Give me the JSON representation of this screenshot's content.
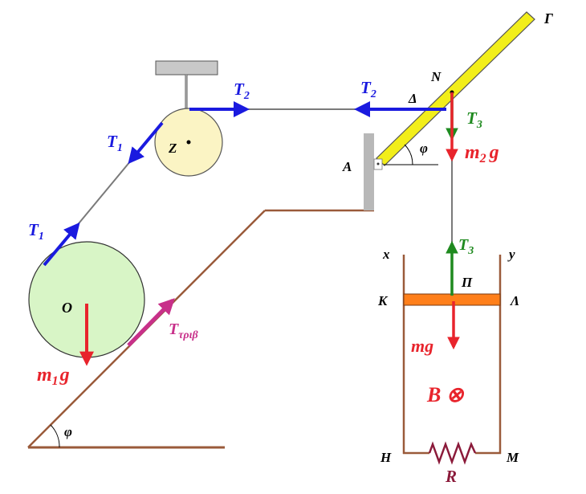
{
  "labels": {
    "gamma": "Γ",
    "n": "Ν",
    "delta": "Δ",
    "a": "Α",
    "z": "Ζ",
    "o": "Ο",
    "x": "x",
    "y": "y",
    "k": "Κ",
    "lambda": "Λ",
    "pi": "Π",
    "eta": "Η",
    "m": "Μ",
    "phi_rod": "φ",
    "phi_incline": "φ"
  },
  "forces": {
    "t2_pulley": {
      "main": "T",
      "sub": "2"
    },
    "t2_rod": {
      "main": "T",
      "sub": "2"
    },
    "t1_upper": {
      "main": "T",
      "sub": "1"
    },
    "t1_lower": {
      "main": "T",
      "sub": "1"
    },
    "t3_rod": {
      "main": "T",
      "sub": "3"
    },
    "t3_piston": {
      "main": "T",
      "sub": "3"
    },
    "m2g": {
      "main": "m",
      "sub": "2",
      "tail": "g"
    },
    "m1g": {
      "main": "m",
      "sub": "1",
      "tail": "g"
    },
    "mg": "mg",
    "friction": {
      "main": "T",
      "sub": "τριβ"
    }
  },
  "field": "B ⊗",
  "resistor": "R",
  "colors": {
    "blue": "#1a1adf",
    "red": "#e8242c",
    "green": "#1f8a1f",
    "magenta": "#c8308a",
    "brown": "#9a5a3a",
    "disk_big": "#d8f5c6",
    "disk_small": "#fbf4c4",
    "rod": "#f2ee1a",
    "piston": "#ff7f1a",
    "resistor": "#8b1a3a"
  }
}
